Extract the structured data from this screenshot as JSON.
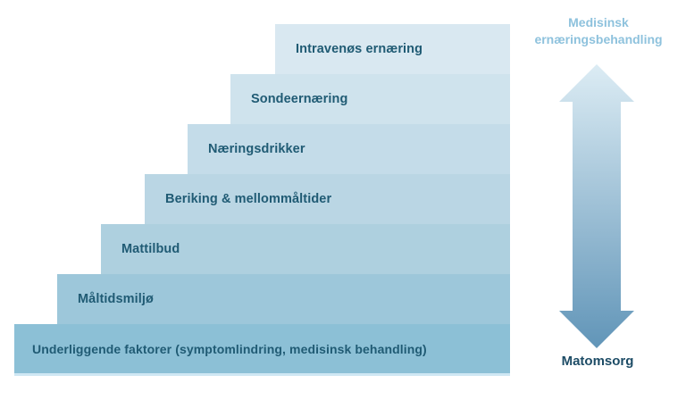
{
  "diagram": {
    "label_color": "#205b74",
    "steps": [
      {
        "label": "Intravenøs ernæring",
        "color": "#d9e8f1"
      },
      {
        "label": "Sondeernæring",
        "color": "#cfe3ed"
      },
      {
        "label": "Næringsdrikker",
        "color": "#c4dce9"
      },
      {
        "label": "Beriking & mellommåltider",
        "color": "#bad6e4"
      },
      {
        "label": "Mattilbud",
        "color": "#aed0df"
      },
      {
        "label": "Måltidsmiljø",
        "color": "#9dc7da"
      },
      {
        "label": "Underliggende faktorer (symptomlindring, medisinsk behandling)",
        "color": "#8cc0d6"
      }
    ],
    "base_shadow_color": "#cfe7f3"
  },
  "axis": {
    "top_label_line1": "Medisinsk",
    "top_label_line2": "ernæringsbehandling",
    "top_label_color": "#8ec2dd",
    "bottom_label": "Matomsorg",
    "bottom_label_color": "#1d4c66",
    "arrow_gradient_top": "#dcecf4",
    "arrow_gradient_bottom": "#6195b8"
  }
}
